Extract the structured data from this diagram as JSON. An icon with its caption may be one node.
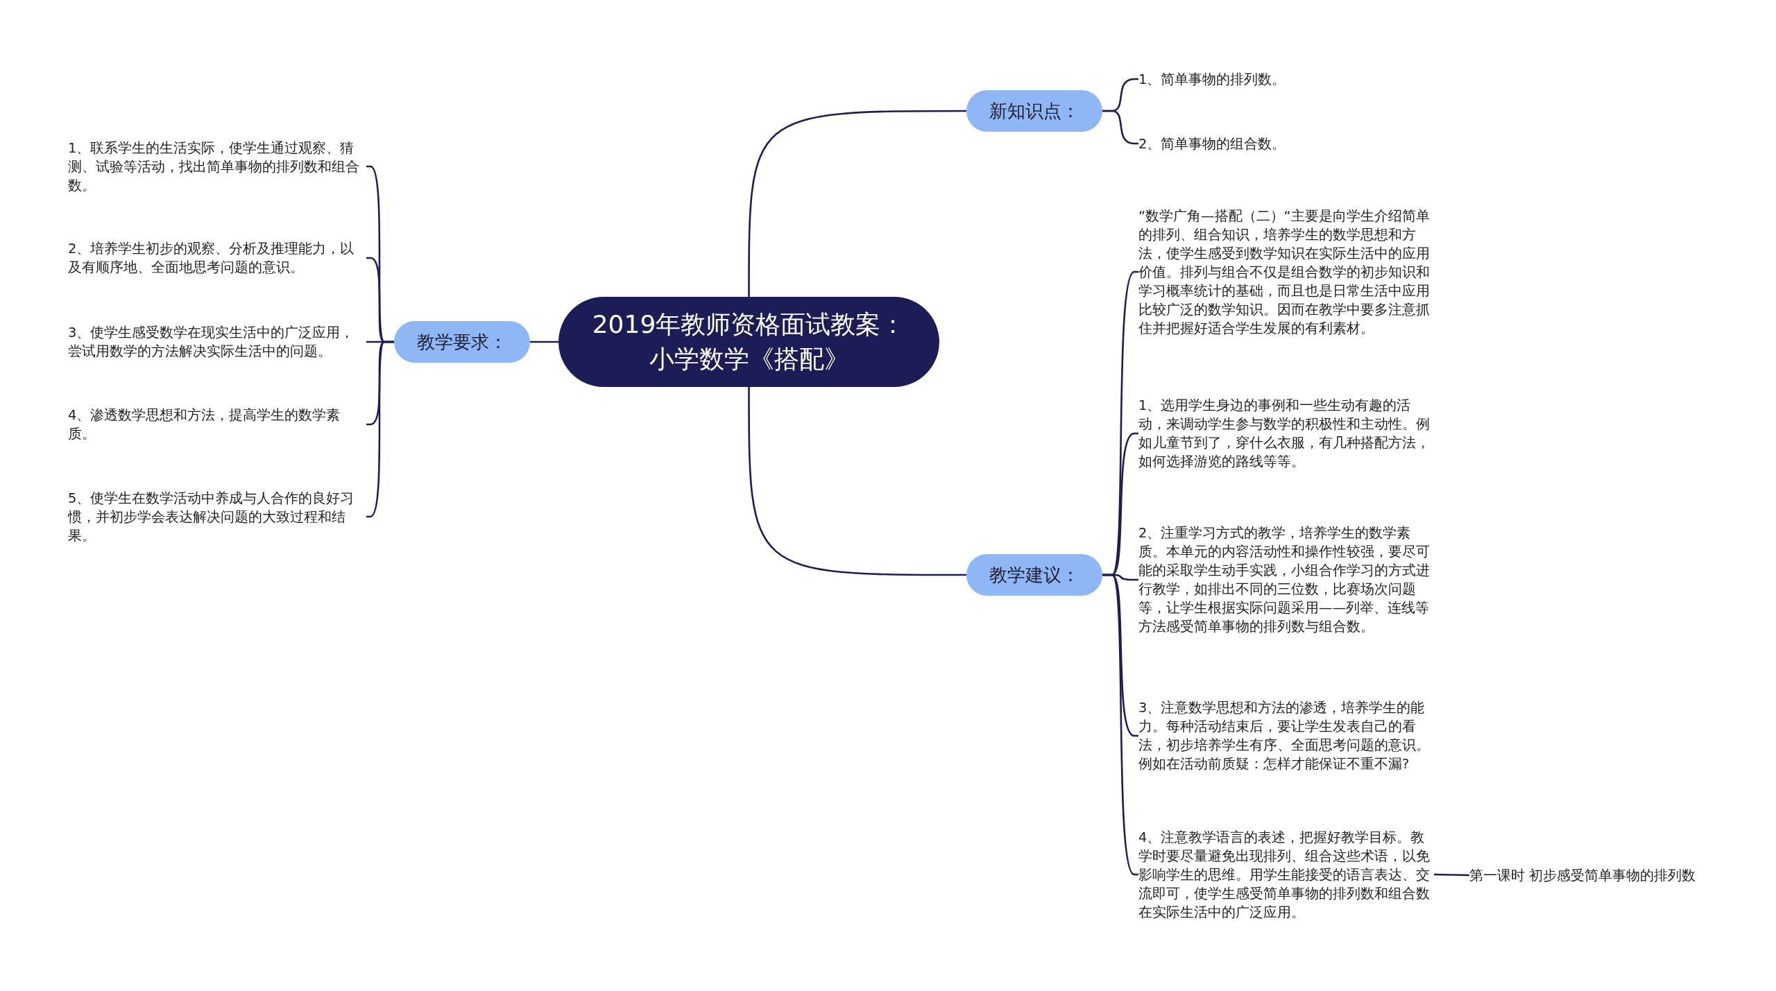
{
  "diagram": {
    "nodes": [
      {
        "text": [
          "2019年教师资格面试教案：小学数学《搭配》"
        ]
      },
      {
        "text": [
          "新知识点："
        ]
      },
      {
        "text": [
          "1、简单事物的排列数。"
        ]
      },
      {
        "text": [
          "2、简单事物的组合数。"
        ]
      },
      {
        "text": [
          "教学建议："
        ]
      },
      {
        "text": [
          "“数学广角—搭配（二）“主要是向学生介绍简单的排列、组合知识，培养学生的数学思想和方法，使学生感受到数学知识在实际生活中的应用价值。排列与组合不仅是组合数学的初步知识和学习概率统计的基础，而且也是日常生活中应用比较广泛的数学知识。因而在教学中要多注意抓住并把握好适合学生发展的有利素材。"
        ]
      },
      {
        "text": [
          "1、选用学生身边的事例和一些生动有趣的活动，来调动学生参与数学的积极性和主动性。例如儿童节到了，穿什么衣服，有几种搭配方法，如何选择游览的路线等等。"
        ]
      },
      {
        "text": [
          "2、注重学习方式的教学，培养学生的数学素质。本单元的内容活动性和操作性较强，要尽可能的采取学生动手实践，小组合作学习的方式进行教学，如排出不同的三位数，比赛场次问题等，让学生根据实际问题采用——列举、连线等方法感受简单事物的排列数与组合数。"
        ]
      },
      {
        "text": [
          "3、注意数学思想和方法的渗透，培养学生的能力。每种活动结束后，要让学生发表自己的看法，初步培养学生有序、全面思考问题的意识。例如在活动前质疑：怎样才能保证不重不漏?"
        ]
      },
      {
        "text": [
          "4、注意教学语言的表述，把握好教学目标。教学时要尽量避免出现排列、组合这些术语，以免影响学生的思维。用学生能接受的语言表达、交流即可，使学生感受简单事物的排列数和组合数在实际生活中的广泛应用。"
        ]
      },
      {
        "text": [
          "第一课时 初步感受简单事物的排列数"
        ]
      },
      {
        "text": [
          "教学要求："
        ]
      },
      {
        "text": [
          "1、联系学生的生活实际，使学生通过观察、猜测、试验等活动，找出简单事物的排列数和组合数。"
        ]
      },
      {
        "text": [
          "2、培养学生初步的观察、分析及推理能力，以及有顺序地、全面地思考问题的意识。"
        ]
      },
      {
        "text": [
          "3、使学生感受数学在现实生活中的广泛应用，尝试用数学的方法解决实际生活中的问题。"
        ]
      },
      {
        "text": [
          "4、渗透数学思想和方法，提高学生的数学素质。"
        ]
      },
      {
        "text": [
          "5、使学生在数学活动中养成与人合作的良好习惯，并初步学会表达解决问题的大致过程和结果。"
        ]
      }
    ],
    "edges": [
      {
        "from": 0,
        "to": 1,
        "arrow": "none"
      },
      {
        "from": 1,
        "to": 2,
        "arrow": "none"
      },
      {
        "from": 1,
        "to": 3,
        "arrow": "none"
      },
      {
        "from": 0,
        "to": 4,
        "arrow": "none"
      },
      {
        "from": 4,
        "to": 5,
        "arrow": "none"
      },
      {
        "from": 4,
        "to": 6,
        "arrow": "none"
      },
      {
        "from": 4,
        "to": 7,
        "arrow": "none"
      },
      {
        "from": 4,
        "to": 8,
        "arrow": "none"
      },
      {
        "from": 4,
        "to": 9,
        "arrow": "none"
      },
      {
        "from": 9,
        "to": 10,
        "arrow": "none"
      },
      {
        "from": 0,
        "to": 11,
        "arrow": "none"
      },
      {
        "from": 11,
        "to": 12,
        "arrow": "none"
      },
      {
        "from": 11,
        "to": 13,
        "arrow": "none"
      },
      {
        "from": 11,
        "to": 14,
        "arrow": "none"
      },
      {
        "from": 11,
        "to": 15,
        "arrow": "none"
      },
      {
        "from": 11,
        "to": 16,
        "arrow": "none"
      }
    ]
  }
}
